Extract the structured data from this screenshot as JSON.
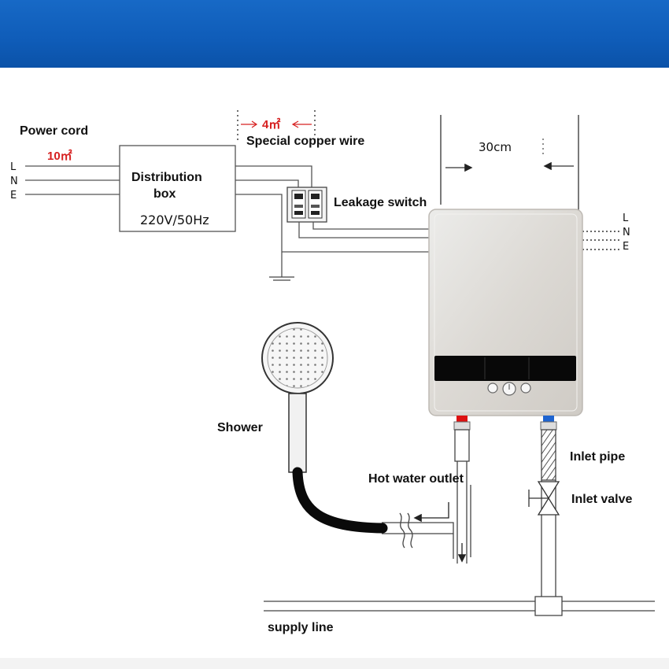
{
  "labels": {
    "power_cord": "Power cord",
    "power_cord_size": "10㎡",
    "copper_wire_size": "4㎡",
    "special_copper_wire": "Special copper wire",
    "distribution_line1": "Distribution",
    "distribution_line2": "box",
    "voltage": "220V/50Hz",
    "leakage_switch": "Leakage switch",
    "distance": "30cm",
    "shower": "Shower",
    "hot_water_outlet": "Hot water outlet",
    "inlet_pipe": "Inlet pipe",
    "inlet_valve": "Inlet valve",
    "supply_line": "supply line"
  },
  "terminals_left": [
    "L",
    "N",
    "E"
  ],
  "terminals_right": [
    "L",
    "N",
    "E"
  ],
  "colors": {
    "banner": "#1565c0",
    "accent_red": "#d62020",
    "heater_body": "#e4e1dd",
    "display_panel": "#0a0a0a"
  }
}
